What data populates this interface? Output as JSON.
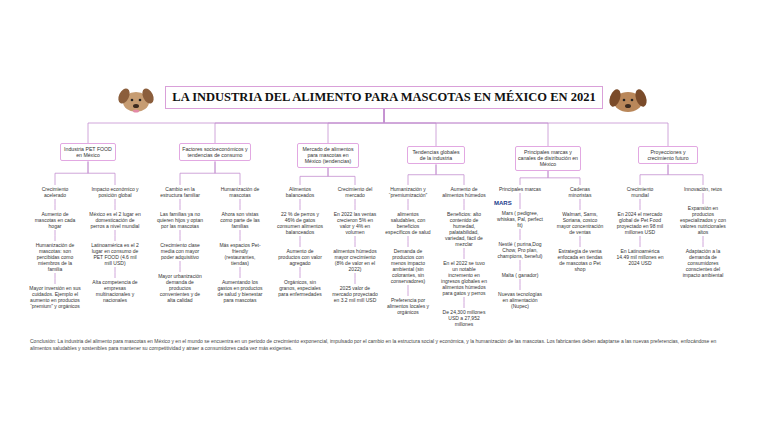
{
  "diagram": {
    "caption": "Conclusión: La industria del alimento para mascotas en México y en el mundo se encuentra en un periodo de crecimiento exponencial, impulsado por el cambio en la estructura social y económica, y la humanización de las mascotas. Los fabricantes deben adaptarse a las nuevas preferencias, enfocándose en alimentos saludables y sostenibles para mantener su competitividad y atraer a consumidores cada vez más exigentes.",
    "nodes": [
      {
        "text": [
          "LA INDUSTRIA DEL ALIMENTO PARA MASCOTAS EN MÉXICO EN 2021"
        ]
      },
      {
        "text": [
          "Industria PET FOOD en México"
        ]
      },
      {
        "text": [
          "Crecimiento acelerado"
        ]
      },
      {
        "text": [
          "Aumento de mascotas en cada hogar"
        ]
      },
      {
        "text": [
          "Humanización de mascotas: son percibidas como miembros de la familia"
        ]
      },
      {
        "text": [
          "Mayor inversión en sus cuidados. Ejemplo el aumento en productos “premium” y orgánicos"
        ]
      },
      {
        "text": [
          "Impacto económico y posición global"
        ]
      },
      {
        "text": [
          "México es el 2 lugar en domesticación de perros a nivel mundial"
        ]
      },
      {
        "text": [
          "Latinoamérica es el 2 lugar en consumo de PET FOOD (4.6 mil mill USD)"
        ]
      },
      {
        "text": [
          "Alta competencia de empresas multinacionales y nacionales"
        ]
      },
      {
        "text": [
          "Factores socioeconómicos y tendencias de consumo"
        ]
      },
      {
        "text": [
          "Cambio en la estructura familiar"
        ]
      },
      {
        "text": [
          "Las familias ya no quieren hijos y optan por las mascotas"
        ]
      },
      {
        "text": [
          "Crecimiento clase media con mayor poder adquisitivo"
        ]
      },
      {
        "text": [
          "Mayor urbanización demanda de productos convenientes y de alta calidad"
        ]
      },
      {
        "text": [
          "Humanización de mascotas"
        ]
      },
      {
        "text": [
          "Ahora son vistas como parte de las familias"
        ]
      },
      {
        "text": [
          "Más espacios Pet-friendly (restaurantes, tiendas)"
        ]
      },
      {
        "text": [
          "Aumentando los gastos en productos de salud y bienestar para mascotas"
        ]
      },
      {
        "text": [
          "Mercado de alimentos para mascotas en México (tendencias)"
        ]
      },
      {
        "text": [
          "Alimentos balanceados"
        ]
      },
      {
        "text": [
          "22 % de perros y 46% de gatos consumen alimentos balanceados"
        ]
      },
      {
        "text": [
          "Aumento de productos con valor agregado"
        ]
      },
      {
        "text": [
          "Orgánicos, sin granos, especiales para enfermedades"
        ]
      },
      {
        "text": [
          "Crecimiento del mercado"
        ]
      },
      {
        "text": [
          "En 2022 las ventas crecieron 5% en valor y 4% en volumen"
        ]
      },
      {
        "text": [
          "alimentos húmedos mayor crecimiento (8% de valor en el 2022)"
        ]
      },
      {
        "text": [
          "2025 valor de mercado proyectado en 3.2 mil mill USD"
        ]
      },
      {
        "text": [
          "Tendencias globales de la industria"
        ]
      },
      {
        "text": [
          "Humanización y “premiumización”"
        ]
      },
      {
        "text": [
          "alimentos saludables, con beneficios específicos de salud"
        ]
      },
      {
        "text": [
          "Demanda de productos con menos impacto ambiental (sin colorantes, sin conservadores)"
        ]
      },
      {
        "text": [
          "Preferencia por alimentos locales y orgánicos"
        ]
      },
      {
        "text": [
          "Aumento de alimentos húmedos"
        ]
      },
      {
        "text": [
          "Beneficios: alto contenido de humedad, palatabilidad, variedad, fácil de mezclar"
        ]
      },
      {
        "text": [
          "En el 2022 se tuvo un notable incremento en ingresos globales en alimentos húmedos para gatos y perros"
        ]
      },
      {
        "text": [
          "De 24,300 millones USD a 27,952 millones"
        ]
      },
      {
        "text": [
          "Principales marcas y canales de distribución en México"
        ]
      },
      {
        "text": [
          "Principales marcas"
        ]
      },
      {
        "text": [
          "Mars ( pedigree, whiskas, Pal, perfect fit)"
        ]
      },
      {
        "text": [
          "Nestlé ( purina,Dog Chow, Pro plan, champions, beneful)"
        ]
      },
      {
        "text": [
          "Malta ( ganador)"
        ]
      },
      {
        "text": [
          "Nuevas tecnologías en alimentación (Nupec)"
        ]
      },
      {
        "text": [
          "Cadenas minoristas"
        ]
      },
      {
        "text": [
          "Walmart, Sams, Soriana, costco mayor concentración de ventas"
        ]
      },
      {
        "text": [
          "Estrategia de venta enfocada en tiendas de mascotas o Pet shop"
        ]
      },
      {
        "text": [
          "Proyecciones y crecimiento futuro"
        ]
      },
      {
        "text": [
          "Crecimiento mundial"
        ]
      },
      {
        "text": [
          "En 2024 el mercado global de Pet Food proyectado en 98 mil millones USD"
        ]
      },
      {
        "text": [
          "En Latinoamérica 14.49 mil millones en 2024 USD"
        ]
      },
      {
        "text": [
          "Innovación, retos"
        ]
      },
      {
        "text": [
          "Expansión en productos especializados y con valores nutricionales altos"
        ]
      },
      {
        "text": [
          "Adaptación a la demanda de consumidores conscientes del impacto ambiental"
        ]
      }
    ],
    "edges": [
      {
        "from": 0,
        "to": 1,
        "arrow": "none"
      },
      {
        "from": 0,
        "to": 10,
        "arrow": "none"
      },
      {
        "from": 0,
        "to": 19,
        "arrow": "none"
      },
      {
        "from": 0,
        "to": 28,
        "arrow": "none"
      },
      {
        "from": 0,
        "to": 37,
        "arrow": "none"
      },
      {
        "from": 0,
        "to": 46,
        "arrow": "none"
      },
      {
        "from": 1,
        "to": 2,
        "arrow": "none"
      },
      {
        "from": 2,
        "to": 3,
        "arrow": "none"
      },
      {
        "from": 3,
        "to": 4,
        "arrow": "none"
      },
      {
        "from": 4,
        "to": 5,
        "arrow": "none"
      },
      {
        "from": 1,
        "to": 6,
        "arrow": "none"
      },
      {
        "from": 6,
        "to": 7,
        "arrow": "none"
      },
      {
        "from": 7,
        "to": 8,
        "arrow": "none"
      },
      {
        "from": 8,
        "to": 9,
        "arrow": "none"
      },
      {
        "from": 10,
        "to": 11,
        "arrow": "none"
      },
      {
        "from": 11,
        "to": 12,
        "arrow": "none"
      },
      {
        "from": 12,
        "to": 13,
        "arrow": "none"
      },
      {
        "from": 13,
        "to": 14,
        "arrow": "none"
      },
      {
        "from": 10,
        "to": 15,
        "arrow": "none"
      },
      {
        "from": 15,
        "to": 16,
        "arrow": "none"
      },
      {
        "from": 16,
        "to": 17,
        "arrow": "none"
      },
      {
        "from": 17,
        "to": 18,
        "arrow": "none"
      },
      {
        "from": 19,
        "to": 20,
        "arrow": "none"
      },
      {
        "from": 20,
        "to": 21,
        "arrow": "none"
      },
      {
        "from": 21,
        "to": 22,
        "arrow": "none"
      },
      {
        "from": 22,
        "to": 23,
        "arrow": "none"
      },
      {
        "from": 19,
        "to": 24,
        "arrow": "none"
      },
      {
        "from": 24,
        "to": 25,
        "arrow": "none"
      },
      {
        "from": 25,
        "to": 26,
        "arrow": "none"
      },
      {
        "from": 26,
        "to": 27,
        "arrow": "none"
      },
      {
        "from": 28,
        "to": 29,
        "arrow": "none"
      },
      {
        "from": 29,
        "to": 30,
        "arrow": "none"
      },
      {
        "from": 30,
        "to": 31,
        "arrow": "none"
      },
      {
        "from": 31,
        "to": 32,
        "arrow": "none"
      },
      {
        "from": 28,
        "to": 33,
        "arrow": "none"
      },
      {
        "from": 33,
        "to": 34,
        "arrow": "none"
      },
      {
        "from": 34,
        "to": 35,
        "arrow": "none"
      },
      {
        "from": 35,
        "to": 36,
        "arrow": "none"
      },
      {
        "from": 37,
        "to": 38,
        "arrow": "none"
      },
      {
        "from": 38,
        "to": 39,
        "arrow": "none"
      },
      {
        "from": 39,
        "to": 40,
        "arrow": "none"
      },
      {
        "from": 40,
        "to": 41,
        "arrow": "none"
      },
      {
        "from": 41,
        "to": 42,
        "arrow": "none"
      },
      {
        "from": 37,
        "to": 43,
        "arrow": "none"
      },
      {
        "from": 43,
        "to": 44,
        "arrow": "none"
      },
      {
        "from": 44,
        "to": 45,
        "arrow": "none"
      },
      {
        "from": 46,
        "to": 47,
        "arrow": "none"
      },
      {
        "from": 47,
        "to": 48,
        "arrow": "none"
      },
      {
        "from": 48,
        "to": 49,
        "arrow": "none"
      },
      {
        "from": 46,
        "to": 50,
        "arrow": "none"
      },
      {
        "from": 50,
        "to": 51,
        "arrow": "none"
      },
      {
        "from": 51,
        "to": 52,
        "arrow": "none"
      }
    ],
    "labels": [
      "MARS"
    ]
  }
}
